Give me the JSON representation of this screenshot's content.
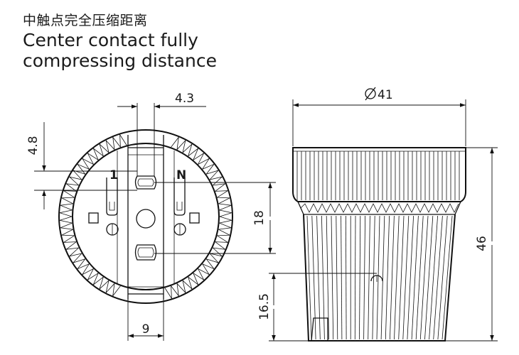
{
  "title": {
    "chinese": "中触点完全压缩距离",
    "english_line1": "Center contact fully",
    "english_line2": "compressing distance"
  },
  "front_view": {
    "dim_top": "4.3",
    "dim_left": "4.8",
    "dim_right": "18",
    "dim_bottom": "9",
    "label_left_terminal": "1",
    "label_right_terminal": "N"
  },
  "side_view": {
    "dim_diameter": "41",
    "dim_height": "46",
    "dim_contact": "16.5"
  },
  "colors": {
    "line": "#111111",
    "background": "#ffffff"
  }
}
